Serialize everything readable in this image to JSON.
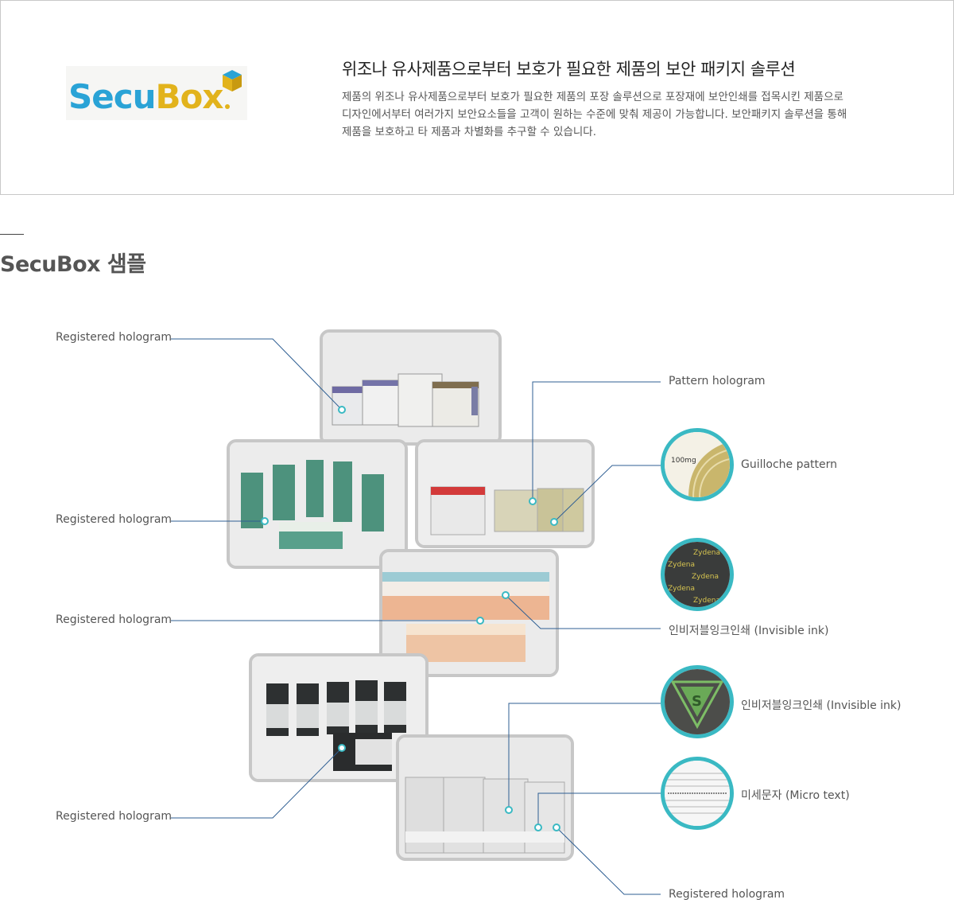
{
  "logo": {
    "part1": "Secu",
    "part2": "Box"
  },
  "hero": {
    "title": "위조나 유사제품으로부터 보호가 필요한 제품의 보안 패키지 솔루션",
    "description_lines": [
      "제품의 위조나 유사제품으로부터 보호가 필요한 제품의 포장 솔루션으로 포장재에 보안인쇄를 접목시킨 제품으로",
      "디자인에서부터 여러가지 보안요소들을 고객이 원하는 수준에 맞춰 제공이 가능합니다. 보안패키지 솔루션을 통해",
      "제품을 보호하고 타 제품과 차별화를 추구할 수 있습니다."
    ]
  },
  "section": {
    "title": "SecuBox 샘플"
  },
  "labels": {
    "left": [
      "Registered hologram",
      "Registered hologram",
      "Registered hologram",
      "Registered hologram"
    ],
    "right": [
      "Pattern hologram",
      "Guilloche pattern",
      "인비저블잉크인쇄 (Invisible ink)",
      "인비저블잉크인쇄 (Invisible ink)",
      "미세문자 (Micro text)",
      "Registered hologram"
    ]
  },
  "sample_text": {
    "dose": "100mg",
    "brand": "Zydena",
    "mark": "S"
  },
  "colors": {
    "accent": "#3ab9c3",
    "leader": "#2f5f93",
    "logo_blue": "#2aa3d6",
    "logo_yellow": "#e2b31c"
  }
}
